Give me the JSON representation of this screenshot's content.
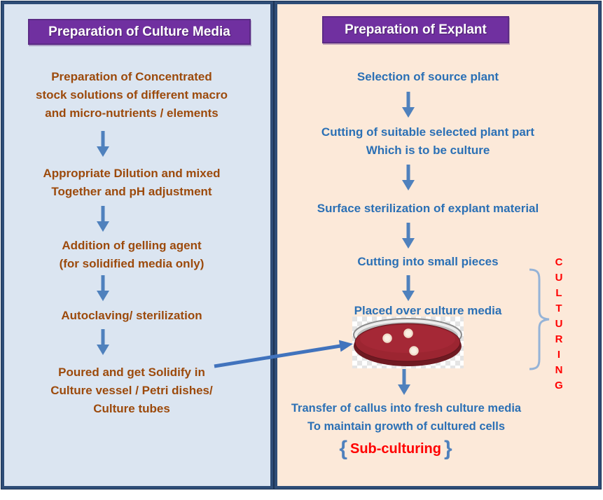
{
  "left_panel": {
    "title": "Preparation of Culture Media",
    "steps": [
      "Preparation of Concentrated\nstock solutions of different macro\nand micro-nutrients / elements",
      "Appropriate Dilution and mixed\nTogether and pH adjustment",
      "Addition of gelling agent\n(for solidified media only)",
      "Autoclaving/ sterilization",
      "Poured and  get Solidify in\nCulture vessel / Petri dishes/\nCulture tubes"
    ]
  },
  "right_panel": {
    "title": "Preparation of Explant",
    "steps": [
      "Selection of source plant",
      "Cutting of suitable selected plant part\nWhich is to be culture",
      "Surface sterilization of explant material",
      "Cutting into small pieces",
      "Placed over culture media"
    ],
    "transfer_text": "Transfer of callus into fresh culture media\nTo maintain growth of cultured cells",
    "subculturing": {
      "open_brace": "{",
      "label": "Sub-culturing",
      "close_brace": "}"
    },
    "culturing_vertical": "C\nU\nL\nT\nU\nR\nI\nN\nG"
  },
  "colors": {
    "left_panel_bg": "#dbe5f1",
    "right_panel_bg": "#fce9d9",
    "panel_border": "#2e4d77",
    "header_bg": "#7030a0",
    "header_text": "#ffffff",
    "media_text_brown": "#9c4a0c",
    "explant_text_blue": "#2b70b5",
    "accent_red": "#ff0000",
    "arrow_blue": "#4f81bd",
    "brace_blue": "#95b3d7",
    "petri_dish_maroon": "#9c2531"
  }
}
